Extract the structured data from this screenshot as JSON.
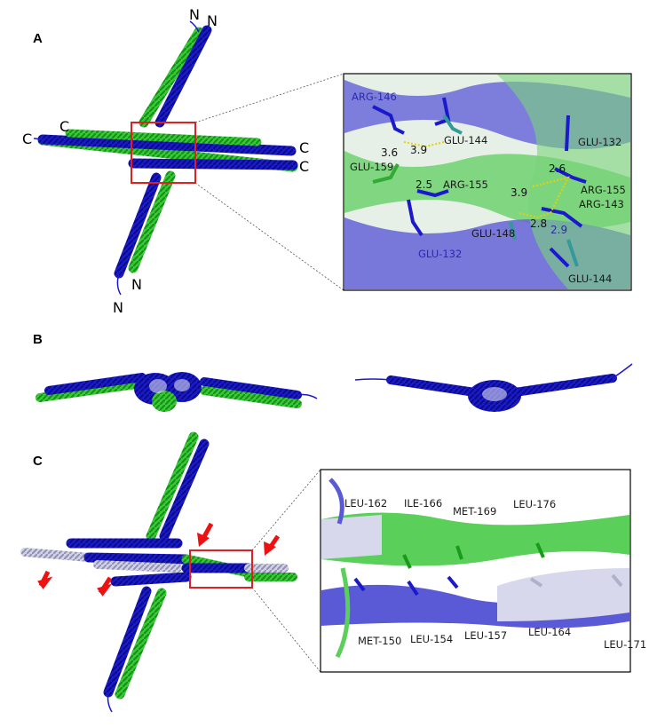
{
  "panels": {
    "a": {
      "label": "A",
      "termini": [
        "N",
        "N",
        "C",
        "C",
        "C",
        "C",
        "N",
        "N"
      ],
      "residues": [
        "ARG-146",
        "GLU-144",
        "GLU-132",
        "GLU-159",
        "ARG-155",
        "ARG-155",
        "ARG-143",
        "GLU-148",
        "GLU-132",
        "GLU-144"
      ],
      "distances": [
        "3.6",
        "3.9",
        "2.5",
        "2.6",
        "3.9",
        "2.8",
        "2.9"
      ]
    },
    "b": {
      "label": "B"
    },
    "c": {
      "label": "C",
      "residues_top": [
        "LEU-162",
        "ILE-166",
        "MET-169",
        "LEU-176"
      ],
      "residues_bottom": [
        "MET-150",
        "LEU-154",
        "LEU-157",
        "LEU-164",
        "LEU-171"
      ]
    }
  },
  "colors": {
    "chain_blue": "#1a1acc",
    "chain_green": "#33cc33",
    "highlight_white": "#c8c8e0",
    "zoom_box": "#e02020",
    "arrow": "#ee1111",
    "hbond": "#e6d200"
  }
}
